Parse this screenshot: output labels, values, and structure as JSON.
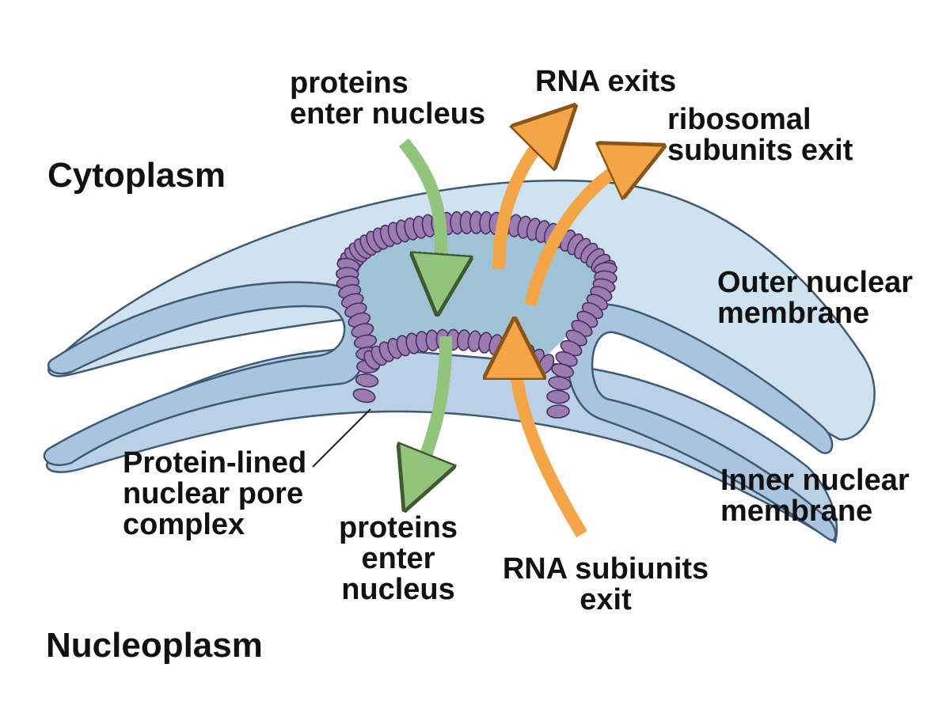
{
  "regions": {
    "cytoplasm": "Cytoplasm",
    "nucleoplasm": "Nucleoplasm"
  },
  "labels": {
    "proteins_top": [
      "proteins",
      "enter nucleus"
    ],
    "rna_exits": "RNA exits",
    "ribosomal": [
      "ribosomal",
      "subunits exit"
    ],
    "outer_membrane": [
      "Outer nuclear",
      "membrane"
    ],
    "inner_membrane": [
      "Inner nuclear",
      "membrane"
    ],
    "pore_complex": [
      "Protein-lined",
      "nuclear pore",
      "complex"
    ],
    "proteins_bottom": [
      "proteins",
      "enter",
      "nucleus"
    ],
    "rna_subunits": [
      "RNA subiunits",
      "exit"
    ]
  },
  "colors": {
    "membrane_fill": "#cfe2ef",
    "membrane_inner": "#a9c4de",
    "membrane_stroke": "#3f5a75",
    "pore_lumen": "#9fc2d4",
    "pore_protein": "#9a7bb2",
    "import_arrow": "#93c47d",
    "export_arrow": "#f4a548"
  },
  "icons": {
    "import": "green-arrow-icon",
    "export": "orange-arrow-icon"
  }
}
